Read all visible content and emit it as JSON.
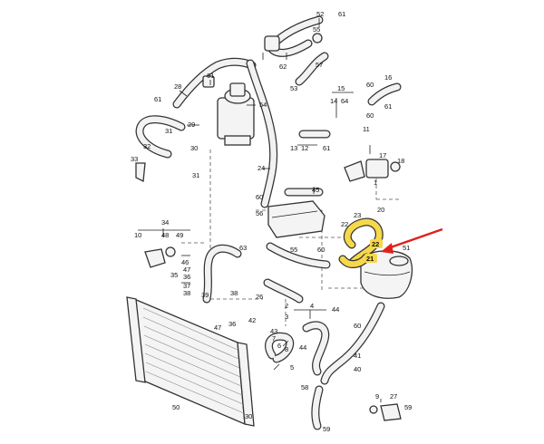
{
  "labels": {
    "l1": "52",
    "l2": "61",
    "l3": "55",
    "l4": "62",
    "l5": "53",
    "l6": "57",
    "l7": "28",
    "l8": "61",
    "l9": "61",
    "l10": "31",
    "l11": "54",
    "l12": "29",
    "l13": "30",
    "l14": "32",
    "l15": "31",
    "l16": "33",
    "l17": "15",
    "l18": "64",
    "l19": "14",
    "l20": "60",
    "l21": "16",
    "l22": "60",
    "l23": "13",
    "l24": "12",
    "l25": "61",
    "l26": "11",
    "l27": "17",
    "l28": "18",
    "l29": "24",
    "l30": "60",
    "l31": "1",
    "l32": "45",
    "l33": "56",
    "l34": "23",
    "l35": "22",
    "l36": "20",
    "l37": "51",
    "l38": "22",
    "l39": "21",
    "l40": "34",
    "l41": "10",
    "l42": "48",
    "l43": "49",
    "l44": "55",
    "l45": "63",
    "l46": "60",
    "l47": "46",
    "l48": "47",
    "l49": "35",
    "l50": "36",
    "l51": "37",
    "l52": "38",
    "l53": "26",
    "l54": "38",
    "l55": "39",
    "l56": "47",
    "l57": "36",
    "l58": "2",
    "l59": "4",
    "l60": "3",
    "l61": "44",
    "l62": "42",
    "l63": "60",
    "l64": "43",
    "l65": "44",
    "l66": "8",
    "l67": "7",
    "l68": "6",
    "l69": "5",
    "l70": "41",
    "l71": "40",
    "l72": "50",
    "l73": "9",
    "l74": "27",
    "l75": "59",
    "l76": "58",
    "l77": "30",
    "l78": "59",
    "l79": "61"
  },
  "colors": {
    "highlight": "#f6d84a",
    "arrow": "#e0201c",
    "line": "#333333"
  }
}
